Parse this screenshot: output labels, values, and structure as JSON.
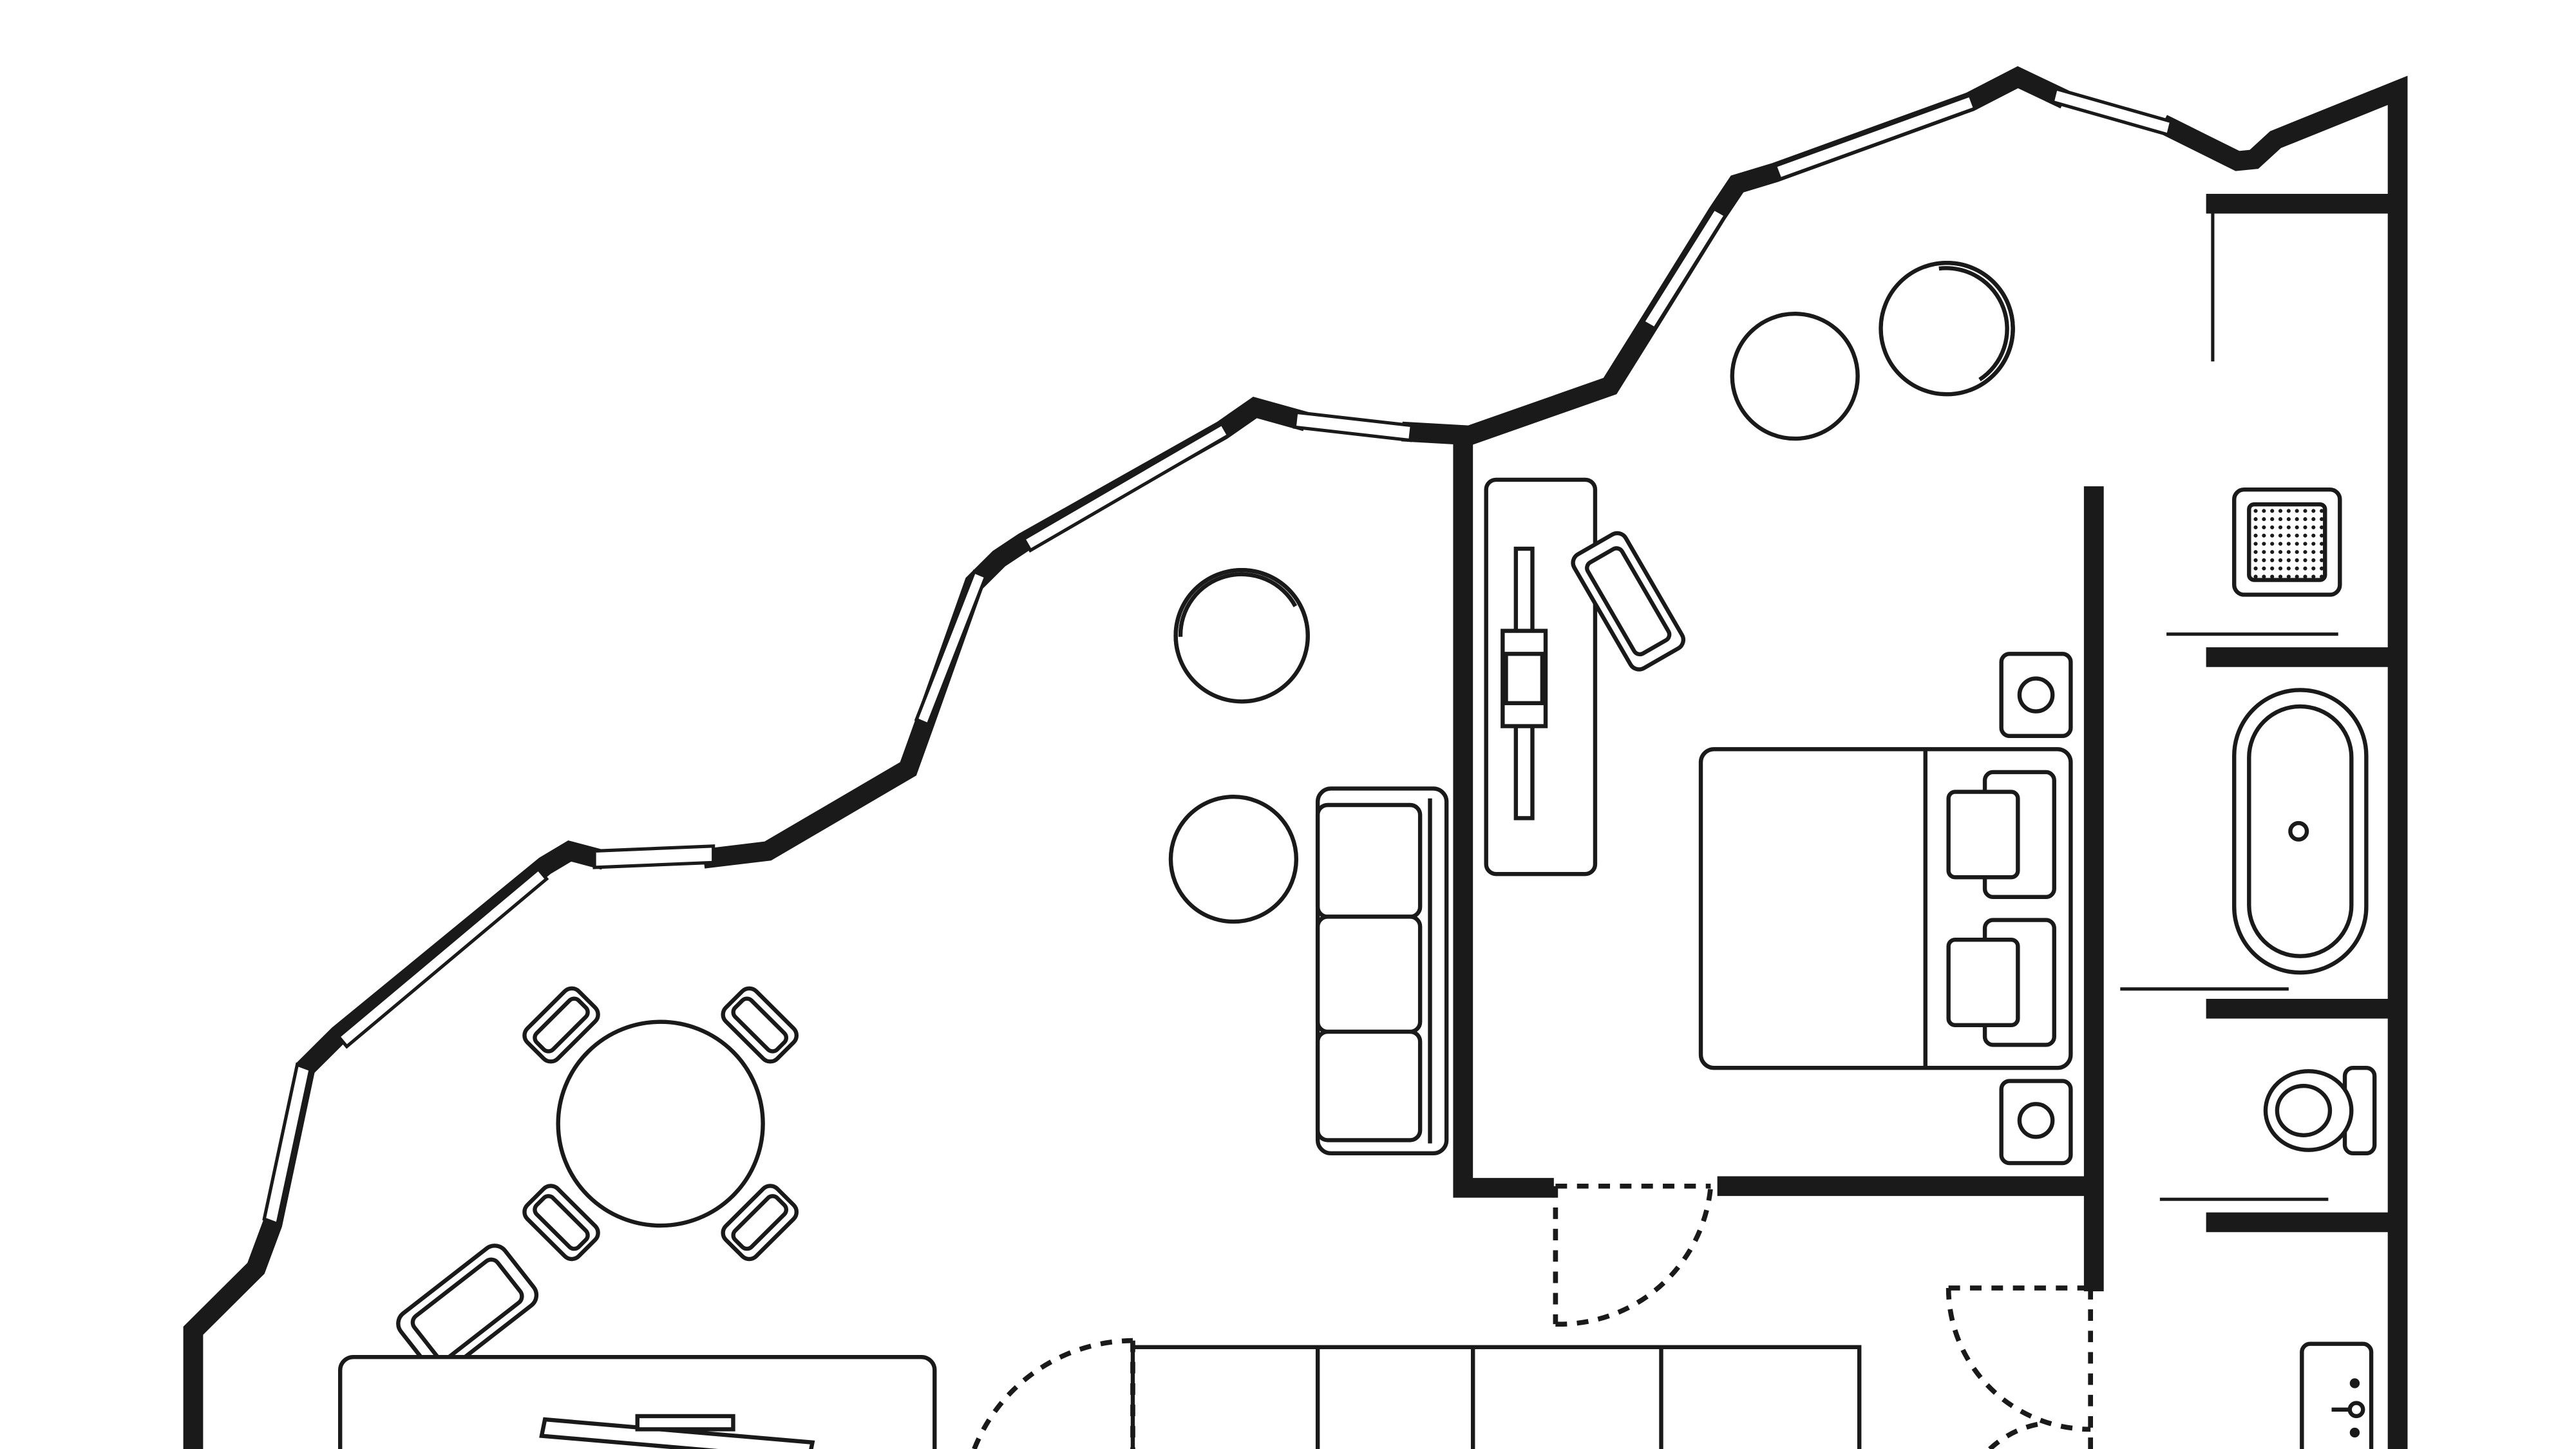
{
  "colors": {
    "background": "#ffffff",
    "wall": "#1a1a1a",
    "line": "#1a1a1a"
  },
  "rooms": [
    "living-dining-area",
    "bedroom",
    "bathroom",
    "study-nook",
    "entry-closet"
  ],
  "icons": [
    "dining-table-icon",
    "armchair-icon",
    "side-table-icon",
    "sofa-icon",
    "desk-icon",
    "bed-icon",
    "nightstand-icon",
    "bathtub-icon",
    "toilet-icon",
    "shower-drain-icon",
    "sink-icon",
    "door-swing-icon",
    "window-icon"
  ]
}
